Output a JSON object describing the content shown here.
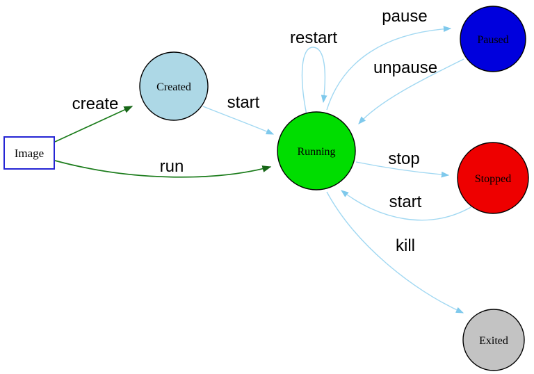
{
  "diagram": {
    "type": "state-machine-diagram",
    "subject": "container lifecycle states",
    "background": "#ffffff",
    "nodes": {
      "image": {
        "label": "Image",
        "shape": "rectangle",
        "fill": "#ffffff",
        "stroke": "#2525d4",
        "text_color": "#000000"
      },
      "created": {
        "label": "Created",
        "shape": "circle",
        "fill": "#add8e6",
        "stroke": "#000000",
        "text_color": "#000000"
      },
      "running": {
        "label": "Running",
        "shape": "circle",
        "fill": "#00dd00",
        "stroke": "#000000",
        "text_color": "#000000"
      },
      "paused": {
        "label": "Paused",
        "shape": "circle",
        "fill": "#0000dd",
        "stroke": "#000000",
        "text_color": "#000000"
      },
      "stopped": {
        "label": "Stopped",
        "shape": "circle",
        "fill": "#ee0000",
        "stroke": "#000000",
        "text_color": "#000000"
      },
      "exited": {
        "label": "Exited",
        "shape": "circle",
        "fill": "#c3c3c3",
        "stroke": "#000000",
        "text_color": "#000000"
      }
    },
    "edges": [
      {
        "from": "image",
        "to": "created",
        "label": "create",
        "color": "#1b7c1b"
      },
      {
        "from": "image",
        "to": "running",
        "label": "run",
        "color": "#1b7c1b"
      },
      {
        "from": "created",
        "to": "running",
        "label": "start",
        "color": "#a1d8f2"
      },
      {
        "from": "running",
        "to": "running",
        "label": "restart",
        "color": "#a1d8f2"
      },
      {
        "from": "running",
        "to": "paused",
        "label": "pause",
        "color": "#a1d8f2"
      },
      {
        "from": "paused",
        "to": "running",
        "label": "unpause",
        "color": "#a1d8f2"
      },
      {
        "from": "running",
        "to": "stopped",
        "label": "stop",
        "color": "#a1d8f2"
      },
      {
        "from": "stopped",
        "to": "running",
        "label": "start",
        "color": "#a1d8f2"
      },
      {
        "from": "running",
        "to": "exited",
        "label": "kill",
        "color": "#a1d8f2"
      }
    ],
    "colors": {
      "edge_blue": "#a1d8f2",
      "arrow_blue": "#7fc9ec",
      "edge_green": "#1b7c1b",
      "arrow_green": "#176617"
    }
  }
}
